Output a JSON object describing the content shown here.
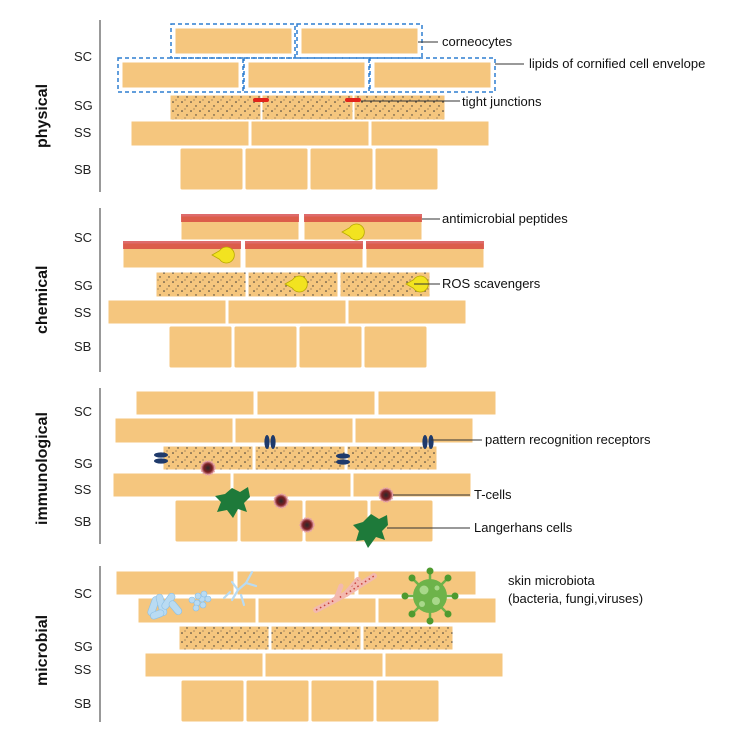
{
  "panels": [
    {
      "title": "physical",
      "layers": [
        "SC",
        "SG",
        "SS",
        "SB"
      ],
      "annotations": [
        "corneocytes",
        "lipids of cornified cell envelope",
        "tight junctions"
      ]
    },
    {
      "title": "chemical",
      "layers": [
        "SC",
        "SG",
        "SS",
        "SB"
      ],
      "annotations": [
        "antimicrobial peptides",
        "ROS scavengers"
      ]
    },
    {
      "title": "immunological",
      "layers": [
        "SC",
        "SG",
        "SS",
        "SB"
      ],
      "annotations": [
        "pattern recognition receptors",
        "T-cells",
        "Langerhans cells"
      ]
    },
    {
      "title": "microbial",
      "layers": [
        "SC",
        "SG",
        "SS",
        "SB"
      ],
      "annotations": [
        "skin microbiota",
        "(bacteria, fungi,viruses)"
      ]
    }
  ],
  "colors": {
    "cell": "#F5C67E",
    "dashed_outline": "#2E7FD0",
    "antimicrobial_band": "#D33A3A",
    "ros_scavenger": "#F2E320",
    "receptor": "#1F3A6B",
    "langerhans": "#1E7A3A",
    "tcell": "#7A1E22",
    "virus": "#6DB34A",
    "bacteria": "#B9DBF2"
  }
}
